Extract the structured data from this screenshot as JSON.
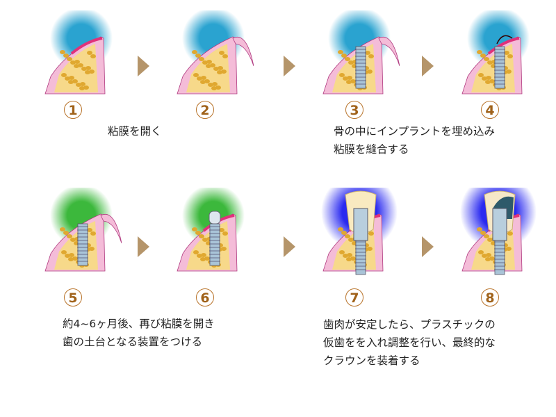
{
  "steps": [
    {
      "number": "1",
      "glow": "#2aa3d0",
      "stage": "open"
    },
    {
      "number": "2",
      "glow": "#2aa3d0",
      "stage": "flap"
    },
    {
      "number": "3",
      "glow": "#2aa3d0",
      "stage": "implant-flap"
    },
    {
      "number": "4",
      "glow": "#2aa3d0",
      "stage": "implant-sutured"
    },
    {
      "number": "5",
      "glow": "#3cb83c",
      "stage": "implant-open"
    },
    {
      "number": "6",
      "glow": "#3cb83c",
      "stage": "abutment"
    },
    {
      "number": "7",
      "glow": "#2a2af0",
      "stage": "temporary-crown"
    },
    {
      "number": "8",
      "glow": "#2a2af0",
      "stage": "final-crown"
    }
  ],
  "captions": {
    "c1": [
      "粘膜を開く"
    ],
    "c34": [
      "骨の中にインプラントを埋め込み",
      "粘膜を縫合する"
    ],
    "c56": [
      "約4~6ヶ月後、再び粘膜を開き",
      "歯の土台となる装置をつける"
    ],
    "c78": [
      "歯肉が安定したら、プラスチックの",
      "仮歯をを入れ調整を行い、最終的な",
      "クラウンを装着する"
    ]
  },
  "colors": {
    "arrow": "#b5956a",
    "number": "#a0621a",
    "bone": "#f7d98a",
    "gum": "#f4bcd8",
    "gum_edge": "#e0327a"
  }
}
